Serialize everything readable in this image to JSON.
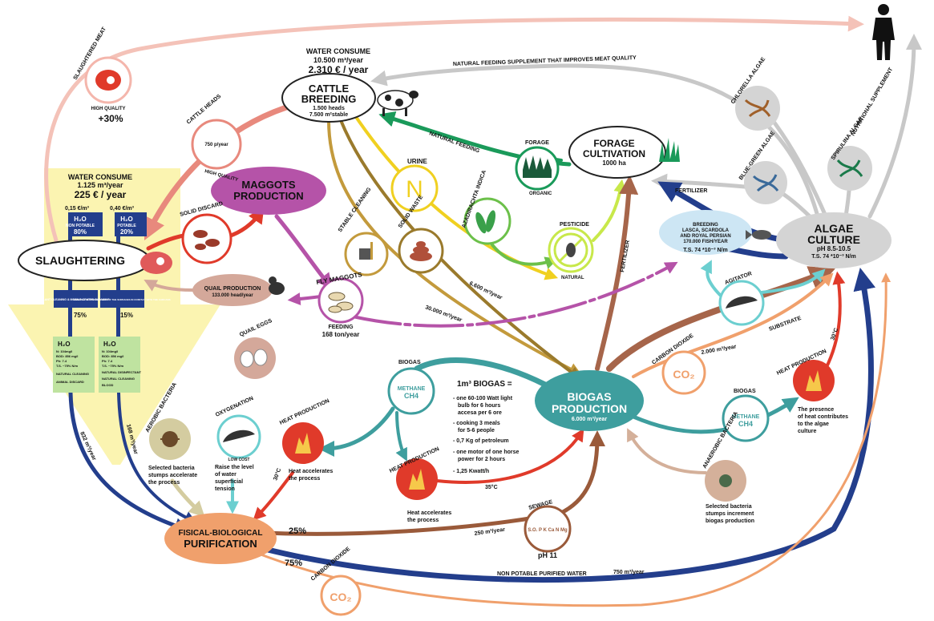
{
  "nodes": {
    "cattle": {
      "title1": "CATTLE",
      "title2": "BREEDING",
      "sub1": "1.500 heads",
      "sub2": "7.500 m²stable"
    },
    "cattle_water": {
      "line1": "WATER CONSUME",
      "line2": "10.500 m³/year",
      "line3": "2.310 € / year"
    },
    "forage_cultivation": {
      "title1": "FORAGE",
      "title2": "CULTIVATION",
      "sub": "1000 ha"
    },
    "maggots_production": {
      "title1": "MAGGOTS",
      "title2": "PRODUCTION"
    },
    "slaughtering": {
      "title": "SLAUGHTERING"
    },
    "slaughter_water": {
      "line1": "WATER CONSUME",
      "line2": "1.125 m³/year",
      "line3": "225 € / year"
    },
    "water_split": {
      "left_price": "0,15 €/m³",
      "right_price": "0,40 €/m³",
      "left_label": "H₂O",
      "left_sub": "NON POTABLE",
      "left_pct": "80%",
      "right_label": "H₂O",
      "right_sub": "POTABLE",
      "right_pct": "20%",
      "left_use": "PLANT CLEANING & MOBILE CRATES CLEANING",
      "right_use": "WASHING OF UTENSILS AND OF THE SURFACES IN CONTACT WITH THE CARCASS",
      "left_use_pct": "75%",
      "right_use_pct": "15%"
    },
    "waste_left": {
      "title": "H₂O",
      "l1": "N: 104mg/l",
      "l2": "BOD: 856 mg/l",
      "l3": "Ph: 7.4",
      "l4": "T.S. ~75% N/m",
      "l5": "NATURAL CLEANING",
      "l6": "ANIMAL DISCARD"
    },
    "waste_right": {
      "title": "H₂O",
      "l1": "N: 104mg/l",
      "l2": "BOD: 856 mg/l",
      "l3": "Ph: 7.4",
      "l4": "T.S. ~75% N/m",
      "l5": "NATURAL DISINFECTANT",
      "l6": "NATURAL CLEANING",
      "l7": "BLOOD"
    },
    "algae_culture": {
      "title1": "ALGAE",
      "title2": "CULTURE",
      "sub1": "pH 8.5-10.5",
      "sub2": "T.S. 74 *10⁻³ N/m"
    },
    "breeding_fish": {
      "l1": "BREEDING",
      "l2": "LASCA, SCARDOLA",
      "l3": "AND ROYAL PERSIAN",
      "l4": "170.000 FISH/YEAR",
      "l5": "T.S. 74 *10⁻³ N/m"
    },
    "biogas_production": {
      "title1": "BIOGAS",
      "title2": "PRODUCTION",
      "sub": "6.000 m³/year"
    },
    "purification": {
      "title1": "FISICAL-BIOLOGICAL",
      "title2": "PURIFICATION"
    },
    "quail_production": {
      "l1": "QUAIL PRODUCTION",
      "l2": "133.000 head/year"
    },
    "quail_eggs": {
      "label": "QUAIL EGGS"
    },
    "fly_maggots": {
      "label": "FLY MAGGOTS",
      "feeding": "FEEDING",
      "amount": "168 ton/year"
    },
    "cattle_heads": {
      "label": "CATTLE HEADS",
      "rate": "750 p/year",
      "quality": "HIGH QUALITY"
    },
    "slaughtered_meat": {
      "label": "SLAUGHTERED MEAT",
      "quality": "HIGH QUALITY",
      "pct": "+30%"
    },
    "solid_discard": {
      "label": "SOLID DISCARD"
    },
    "urine": {
      "label": "URINE",
      "symbol": "N"
    },
    "stable_cleaning": {
      "label": "STABLE CLEANING"
    },
    "solid_waste": {
      "label": "SOLID WASTE"
    },
    "forage": {
      "label": "FORAGE",
      "sub": "ORGANIC"
    },
    "azadirachta": {
      "label": "AZADIRACHTA INDICA"
    },
    "pesticide": {
      "label": "PESTICIDE",
      "sub": "NATURAL"
    },
    "chlorella": {
      "label": "CHLORELLA ALGAE"
    },
    "blue_green": {
      "label": "BLUE-GREEN ALGAE"
    },
    "spirulina": {
      "label": "SPIRULINA ALGAE"
    },
    "agitator": {
      "label": "AGITATOR"
    },
    "co2_top": {
      "label": "CARBON DIOXIDE",
      "symbol": "CO₂",
      "rate": "2.000 m³/year"
    },
    "co2_bottom": {
      "label": "CARBON DIOXIDE",
      "symbol": "CO₂"
    },
    "heat_right": {
      "label": "HEAT PRODUCTION",
      "note1": "The presence",
      "note2": "of heat contributes",
      "note3": "to the algae",
      "note4": "culture",
      "temp": "30°C"
    },
    "methane_right": {
      "label": "BIOGAS",
      "symbol1": "METHANE",
      "symbol2": "CH4"
    },
    "methane_left": {
      "label": "BIOGAS",
      "symbol1": "METHANE",
      "symbol2": "CH4"
    },
    "heat_mid": {
      "label": "HEAT PRODUCTION",
      "note1": "Heat accelerates",
      "note2": "the process",
      "temp": "35°C"
    },
    "heat_left": {
      "label": "HEAT PRODUCTION",
      "note1": "Heat accelerates",
      "note2": "the process",
      "temp": "30°C"
    },
    "oxygenation": {
      "label": "OXYGENATION",
      "sub": "LOW COST",
      "note1": "Raise the level",
      "note2": "of water",
      "note3": "superficial",
      "note4": "tension"
    },
    "aerobic": {
      "label": "AEROBIC BACTERIA",
      "note1": "Selected bacteria",
      "note2": "stumps accelerate",
      "note3": "the process"
    },
    "anaerobic": {
      "label": "ANAEROBIC BACTERIA",
      "note1": "Selected bacteria",
      "note2": "stumps increment",
      "note3": "biogas production"
    },
    "sewage": {
      "label": "SEWAGE",
      "elements": "S.O. P K Ca N Mg",
      "ph": "pH 11"
    },
    "biogas_box": {
      "title": "1m³  BIOGAS  =",
      "l1": "- one 60-100 Watt light",
      "l1b": "bulb for 6 hours",
      "l1c": "accesa per 6 ore",
      "l2": "- cooking 3 meals",
      "l2b": "for 5-6 people",
      "l3": "- 0,7 Kg of petroleum",
      "l4": "- one motor of one horse",
      "l4b": "power for 2 hours",
      "l5": "- 1,25 Kwatt/h"
    }
  },
  "flows": {
    "natural_feeding_supplement": "NATURAL FEEDING SUPPLEMENT THAT IMPROVES MEAT QUALITY",
    "natural_feeding": "NATURAL FEEDING",
    "fertilizer_algae": "FERTILIZER",
    "fertilizer_biogas": "FERTILIZER",
    "nutritional_supplement": "NUTRITIONAL SUPPLEMENT",
    "substrate": "SUBSTRATE",
    "urine_rate": "6.600 m³/year",
    "stable_rate": "30.000 m³/year",
    "left_outflow": "832 m³/year",
    "right_outflow": "168 m³/year",
    "sewage_rate": "250 m³/year",
    "sewage_pct": "25%",
    "purified_pct": "75%",
    "non_potable_water": "NON POTABLE PURIFIED WATER",
    "non_potable_rate": "750 m³/year"
  },
  "colors": {
    "pink": "#f4b6ac",
    "salmon": "#e8897d",
    "green": "#1a9a5a",
    "yellow": "#f0d020",
    "brown": "#9a5a3a",
    "tan": "#c39a3c",
    "purple": "#b553a8",
    "navy": "#233e8c",
    "teal": "#3e9e9e",
    "orange": "#f0a06c",
    "red": "#e03a2a",
    "lime": "#b4e04a",
    "gray": "#c8c8c8",
    "cyan": "#6ccfd0",
    "paleyellow": "#fbf3a8",
    "light_green_box": "#bfe3a0"
  },
  "icons": [
    "human-silhouette-icon",
    "cow-icon",
    "grass-icon",
    "meat-icon",
    "sausage-icon",
    "maggot-icon",
    "quail-icon",
    "egg-icon",
    "bacteria-icon",
    "flame-icon",
    "fish-icon",
    "algae-icon",
    "leaf-icon",
    "fly-icon",
    "dung-icon",
    "broom-icon",
    "cone-icon"
  ]
}
